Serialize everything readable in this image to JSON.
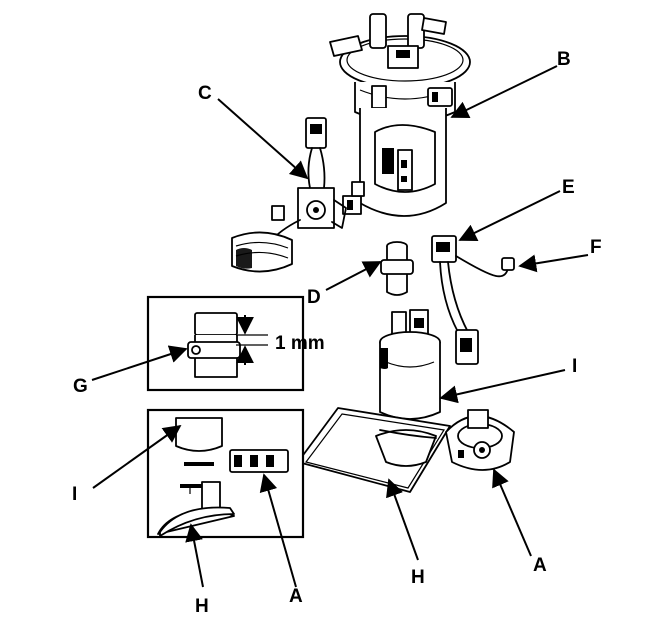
{
  "callouts": {
    "A": "A",
    "B": "B",
    "C": "C",
    "D": "D",
    "E": "E",
    "F": "F",
    "G": "G",
    "H": "H",
    "I": "I"
  },
  "dimension": "1 mm"
}
